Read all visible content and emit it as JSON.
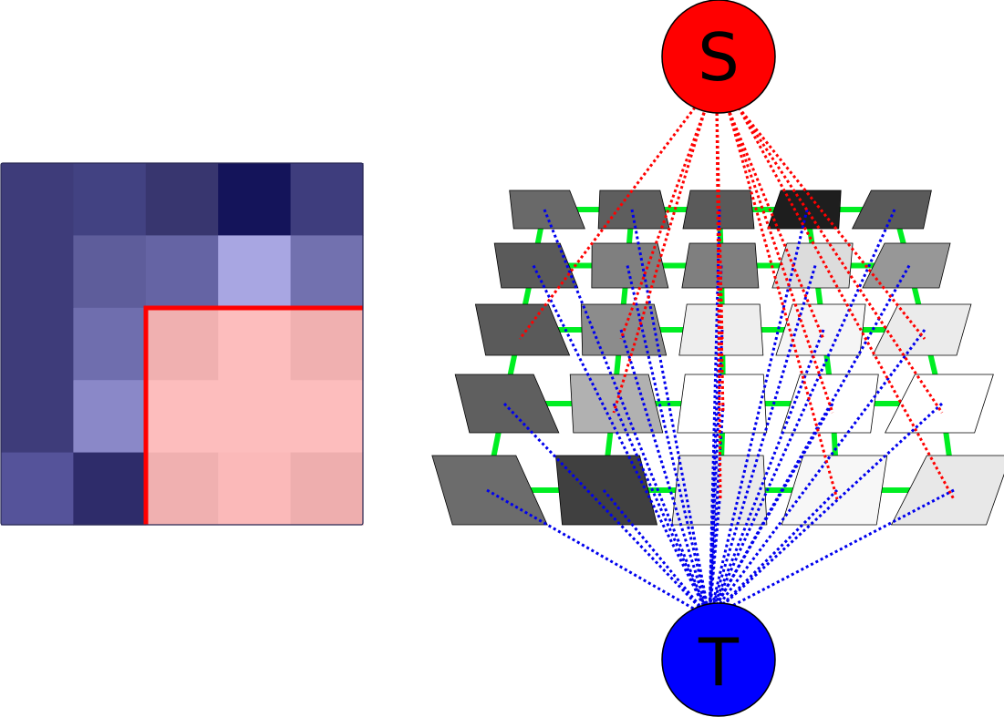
{
  "segmentation_grid": {
    "rows": [
      [
        "#3e3c7a",
        "#424282",
        "#38366f",
        "#14145a",
        "#3e3d7d"
      ],
      [
        "#3e3c7a",
        "#5e5d9b",
        "#6564a4",
        "#a8a6e2",
        "#7271af"
      ],
      [
        "#3e3c7a",
        "#6f6eae",
        "#f0b0b0",
        "#fdbdbd",
        "#f0b0b0"
      ],
      [
        "#3e3c7a",
        "#8a88c8",
        "#fdbdbd",
        "#fdbdbd",
        "#fdbdbd"
      ],
      [
        "#55539a",
        "#2e2c6a",
        "#f0b0b0",
        "#fbb9b9",
        "#eeaeae"
      ]
    ],
    "boundary_color": "#ff0000"
  },
  "graph": {
    "source": {
      "label": "S",
      "color": "#ff0000"
    },
    "sink": {
      "label": "T",
      "color": "#0000ff"
    },
    "pixel_shades": [
      [
        "#696969",
        "#5e5e5e",
        "#5a5a5a",
        "#1e1e1e",
        "#5a5a5a"
      ],
      [
        "#5a5a5a",
        "#7f7f7f",
        "#7f7f7f",
        "#dcdcdc",
        "#979797"
      ],
      [
        "#5a5a5a",
        "#8c8c8c",
        "#eeeeee",
        "#f5f5f5",
        "#ebebeb"
      ],
      [
        "#5f5f5f",
        "#b1b1b1",
        "#ffffff",
        "#ffffff",
        "#ffffff"
      ],
      [
        "#6c6c6c",
        "#404040",
        "#eaeaea",
        "#f7f7f7",
        "#e8e8e8"
      ]
    ],
    "neighbor_edge_color": "#00ee22",
    "source_link_color": "#ff0000",
    "sink_link_color": "#0000ee",
    "source_links": [
      [
        0,
        2
      ],
      [
        1,
        2
      ],
      [
        2,
        2
      ],
      [
        3,
        2
      ],
      [
        4,
        2
      ],
      [
        1,
        3
      ],
      [
        2,
        3
      ],
      [
        3,
        3
      ],
      [
        4,
        3
      ],
      [
        2,
        4
      ],
      [
        3,
        4
      ],
      [
        4,
        4
      ]
    ],
    "sink_links": [
      [
        0,
        0
      ],
      [
        1,
        0
      ],
      [
        2,
        0
      ],
      [
        3,
        0
      ],
      [
        4,
        0
      ],
      [
        0,
        1
      ],
      [
        1,
        1
      ],
      [
        2,
        1
      ],
      [
        3,
        1
      ],
      [
        4,
        1
      ],
      [
        1,
        2
      ],
      [
        1,
        3
      ],
      [
        2,
        3
      ],
      [
        1,
        4
      ],
      [
        2,
        4
      ],
      [
        3,
        2
      ],
      [
        3,
        3
      ],
      [
        4,
        2
      ],
      [
        4,
        3
      ],
      [
        4,
        4
      ],
      [
        0,
        3
      ],
      [
        0,
        4
      ],
      [
        2,
        2
      ],
      [
        3,
        4
      ]
    ]
  }
}
